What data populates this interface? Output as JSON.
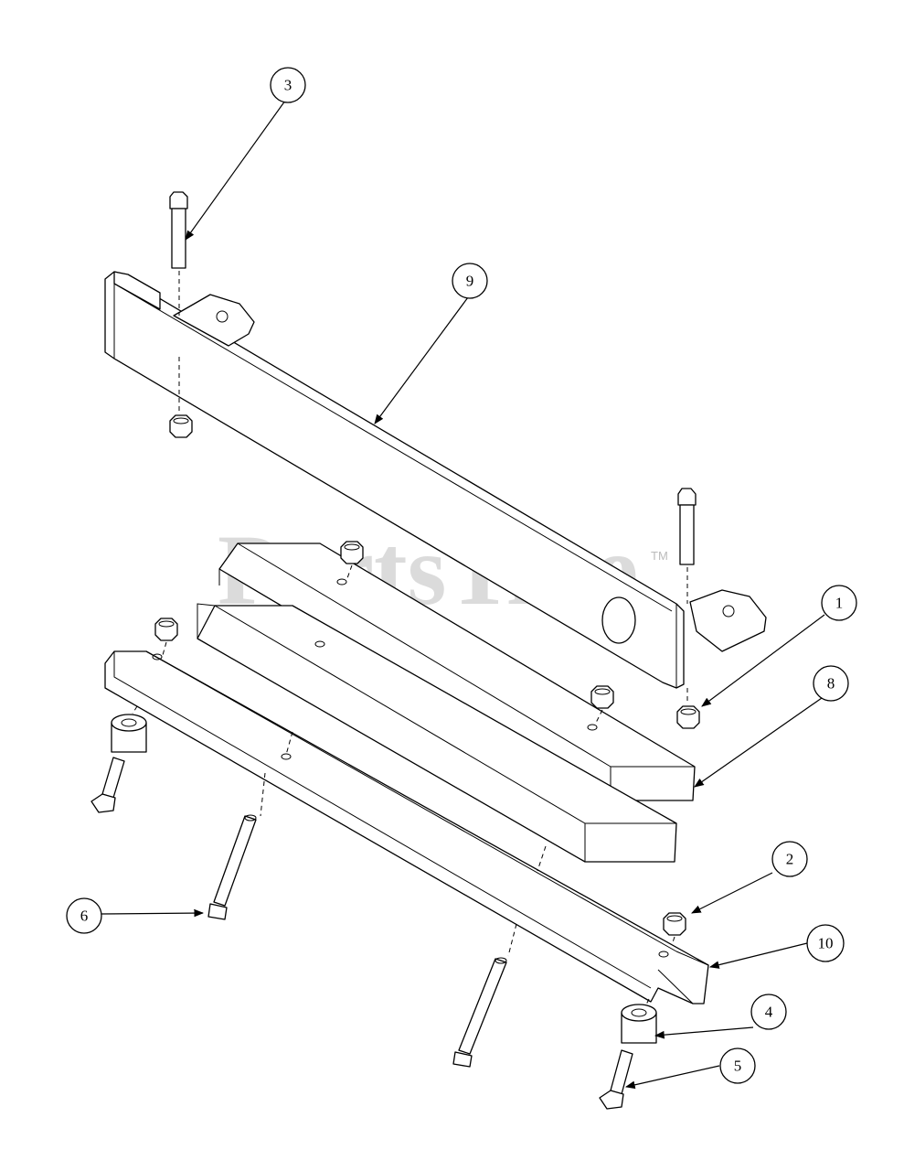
{
  "watermark": {
    "text": "PartsTree",
    "trademark": "TM"
  },
  "callouts": [
    {
      "id": "callout-1",
      "label": "1"
    },
    {
      "id": "callout-2",
      "label": "2"
    },
    {
      "id": "callout-3",
      "label": "3"
    },
    {
      "id": "callout-4",
      "label": "4"
    },
    {
      "id": "callout-5",
      "label": "5"
    },
    {
      "id": "callout-6",
      "label": "6"
    },
    {
      "id": "callout-8",
      "label": "8"
    },
    {
      "id": "callout-9",
      "label": "9"
    },
    {
      "id": "callout-10",
      "label": "10"
    }
  ]
}
